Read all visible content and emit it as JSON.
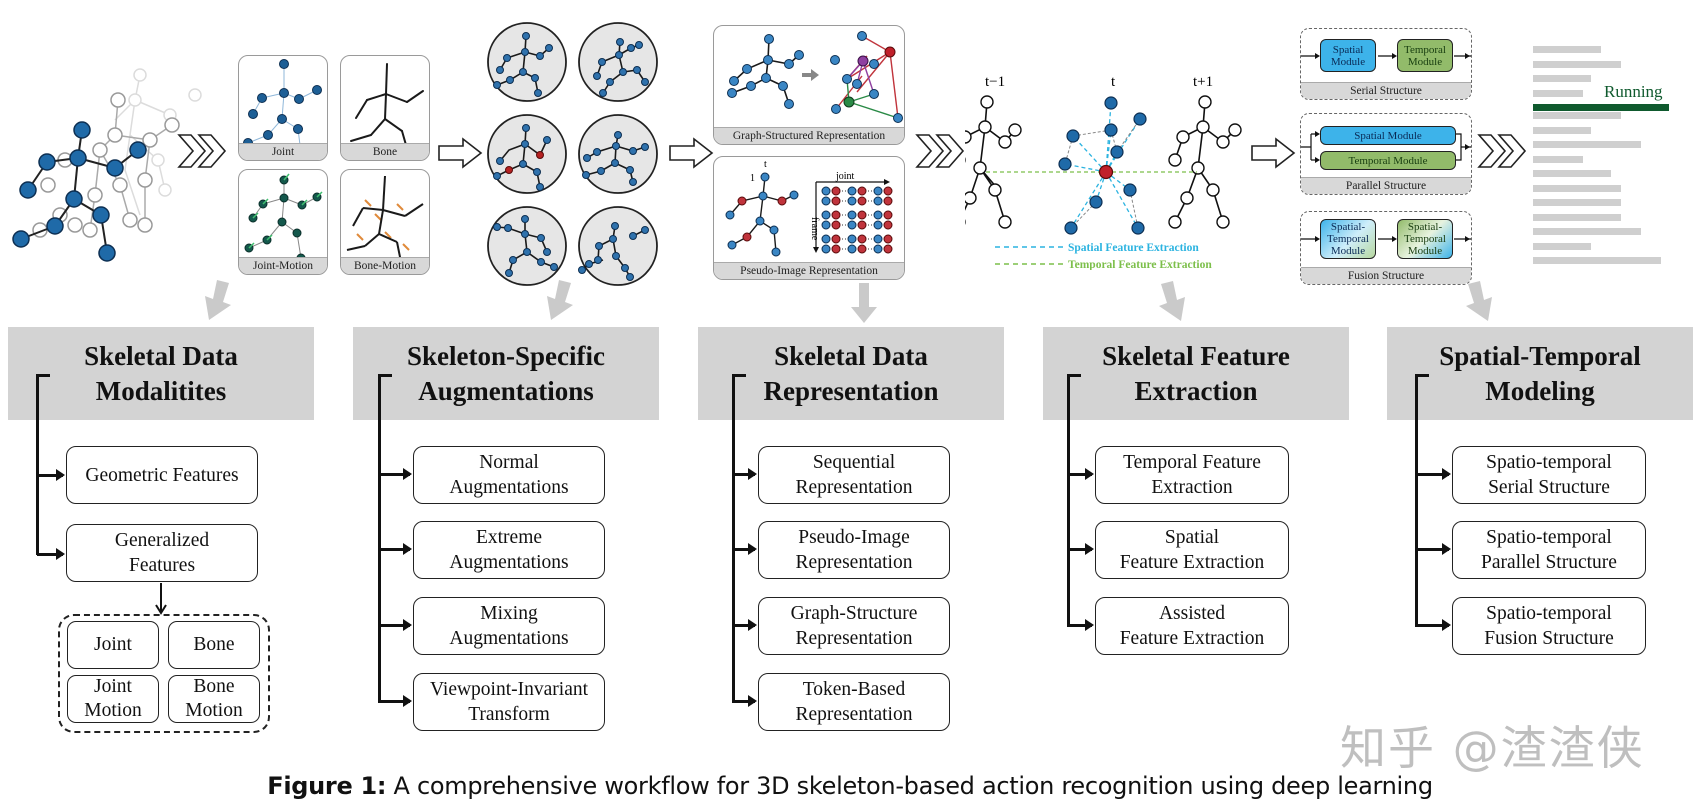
{
  "figure": {
    "caption_label": "Figure 1:",
    "caption_text": " A comprehensive workflow for 3D skeleton-based action recognition using deep learning",
    "watermark": "知乎 @渣渣侠"
  },
  "top": {
    "modalities": [
      {
        "label": "Joint"
      },
      {
        "label": "Bone"
      },
      {
        "label": "Joint-Motion"
      },
      {
        "label": "Bone-Motion"
      }
    ],
    "representations": {
      "graph_caption": "Graph-Structured Representation",
      "pseudo_caption": "Pseudo-Image Representation",
      "axis_t": "t",
      "axis_1": "1",
      "axis_joint": "joint",
      "axis_frame": "frame"
    },
    "feature_extraction": {
      "label_prev": "t−1",
      "label_curr": "t",
      "label_next": "t+1",
      "legend_spatial": "Spatial Feature Extraction",
      "legend_temporal": "Temporal Feature Extraction",
      "spatial_color": "#2bb3e0",
      "temporal_color": "#7cbf4a"
    },
    "structures": {
      "serial": {
        "caption": "Serial Structure",
        "spatial": "Spatial Module",
        "temporal": "Temporal Module"
      },
      "parallel": {
        "caption": "Parallel Structure",
        "spatial": "Spatial Module",
        "temporal": "Temporal Module"
      },
      "fusion": {
        "caption": "Fusion Structure",
        "module1": "Spatial-Temporal Module",
        "module2": "Spatial-Temporal Module"
      }
    },
    "output": {
      "label": "Running",
      "label_color": "#0f5a2e"
    }
  },
  "sections": [
    {
      "title_line1": "Skeletal Data",
      "title_line2": "Modalitites",
      "items": [
        {
          "line1": "Geometric Features",
          "line2": ""
        },
        {
          "line1": "Generalized",
          "line2": "Features"
        }
      ],
      "sub_items": [
        {
          "line1": "Joint",
          "line2": ""
        },
        {
          "line1": "Bone",
          "line2": ""
        },
        {
          "line1": "Joint",
          "line2": "Motion"
        },
        {
          "line1": "Bone",
          "line2": "Motion"
        }
      ]
    },
    {
      "title_line1": "Skeleton-Specific",
      "title_line2": "Augmentations",
      "items": [
        {
          "line1": "Normal",
          "line2": "Augmentations"
        },
        {
          "line1": "Extreme",
          "line2": "Augmentations"
        },
        {
          "line1": "Mixing",
          "line2": "Augmentations"
        },
        {
          "line1": "Viewpoint-Invariant",
          "line2": "Transform"
        }
      ]
    },
    {
      "title_line1": "Skeletal Data",
      "title_line2": "Representation",
      "items": [
        {
          "line1": "Sequential",
          "line2": "Representation"
        },
        {
          "line1": "Pseudo-Image",
          "line2": "Representation"
        },
        {
          "line1": "Graph-Structure",
          "line2": "Representation"
        },
        {
          "line1": "Token-Based",
          "line2": "Representation"
        }
      ]
    },
    {
      "title_line1": "Skeletal Feature",
      "title_line2": "Extraction",
      "items": [
        {
          "line1": "Temporal Feature",
          "line2": "Extraction"
        },
        {
          "line1": "Spatial",
          "line2": "Feature Extraction"
        },
        {
          "line1": "Assisted",
          "line2": "Feature Extraction"
        }
      ]
    },
    {
      "title_line1": "Spatial-Temporal",
      "title_line2": "Modeling",
      "items": [
        {
          "line1": "Spatio-temporal",
          "line2": "Serial Structure"
        },
        {
          "line1": "Spatio-temporal",
          "line2": "Parallel Structure"
        },
        {
          "line1": "Spatio-temporal",
          "line2": "Fusion Structure"
        }
      ]
    }
  ]
}
